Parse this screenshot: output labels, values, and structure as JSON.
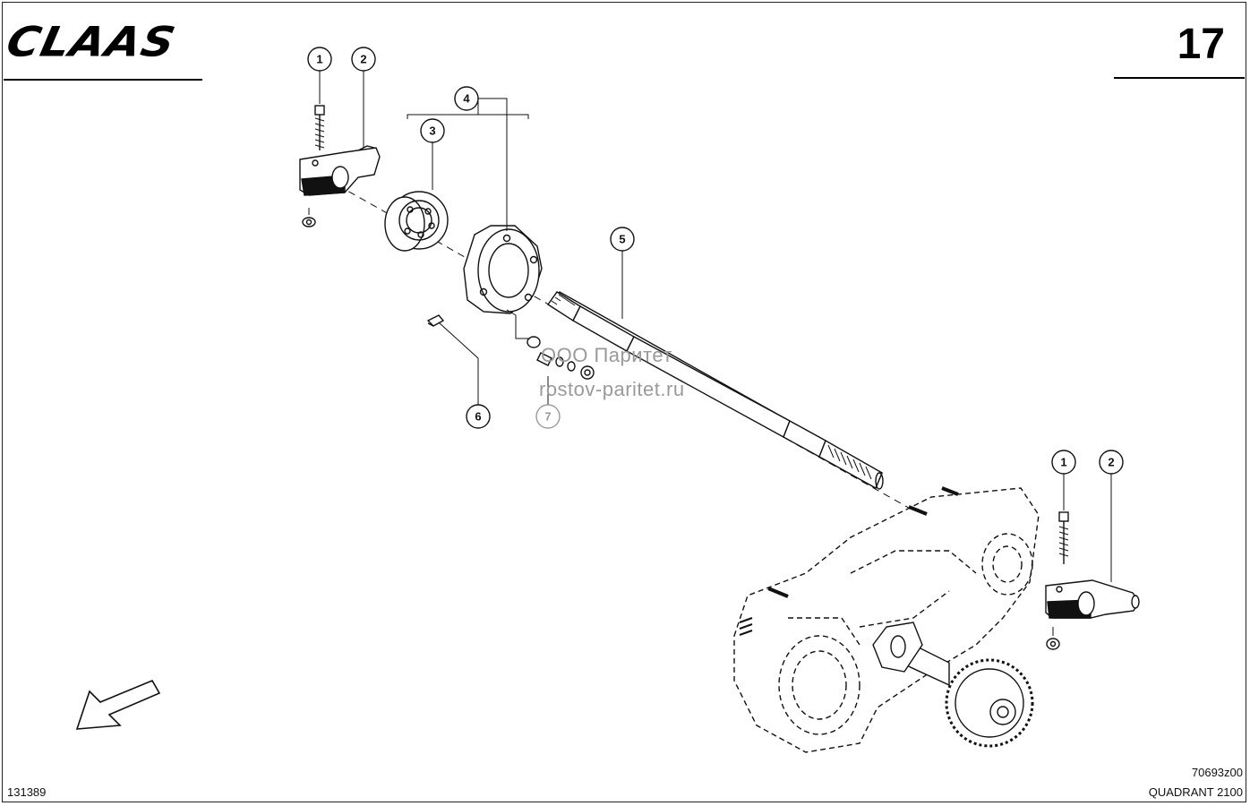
{
  "header": {
    "brand_logo": "CLAAS",
    "page_number": "17"
  },
  "footer": {
    "document_number": "131389",
    "drawing_code": "70693z00",
    "model": "QUADRANT 2100"
  },
  "watermark": {
    "line1": "ООО Паритет",
    "line2": "rostov-paritet.ru"
  },
  "callouts": {
    "c1a": "1",
    "c2a": "2",
    "c3": "3",
    "c4": "4",
    "c5": "5",
    "c6": "6",
    "c7": "7",
    "c1b": "1",
    "c2b": "2"
  },
  "icons": {
    "direction": "arrow-down-left-icon"
  }
}
